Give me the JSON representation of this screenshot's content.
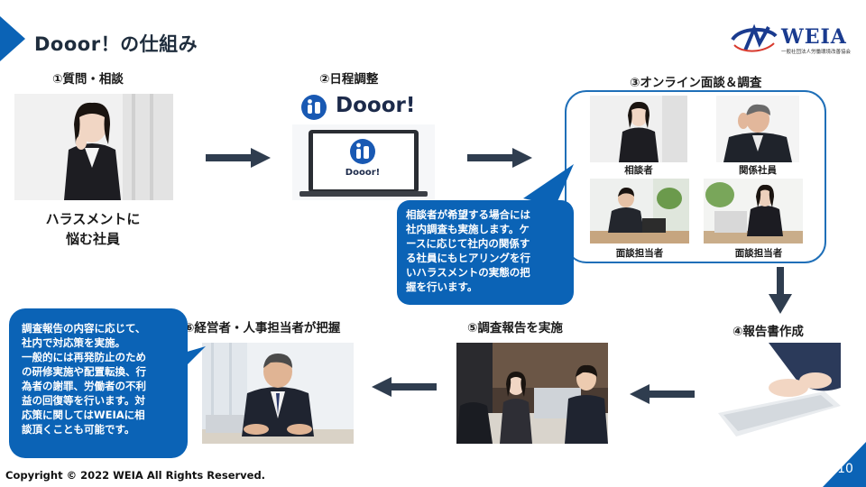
{
  "title": "Dooor！の仕組み",
  "logo": {
    "name": "WEIA",
    "subtitle": "一般社団法人労働環境改善協会"
  },
  "steps": {
    "s1": {
      "label": "①質問・相談",
      "caption1": "ハラスメントに",
      "caption2": "悩む社員"
    },
    "s2": {
      "label": "②日程調整",
      "app_name": "Dooor!",
      "screen_text": "Dooor!"
    },
    "s3": {
      "label": "③オンライン面談＆調査",
      "photos": [
        "相談者",
        "関係社員",
        "面談担当者",
        "面談担当者"
      ]
    },
    "s4": {
      "label": "④報告書作成"
    },
    "s5": {
      "label": "⑤調査報告を実施"
    },
    "s6": {
      "label": "⑥経営者・人事担当者が把握"
    }
  },
  "bubbles": {
    "investigation": [
      "相談者が希望する場合には",
      "社内調査も実施します。ケ",
      "ースに応じて社内の関係す",
      "る社員にもヒアリングを行",
      "いハラスメントの実態の把",
      "握を行います。"
    ],
    "response": [
      "調査報告の内容に応じて、",
      "社内で対応策を実施。",
      "一般的には再発防止のため",
      "の研修実施や配置転換、行",
      "為者の謝罪、労働者の不利",
      "益の回復等を行います。対",
      "応策に関してはWEIAに相",
      "談頂くことも可能です。"
    ]
  },
  "colors": {
    "accent": "#0b63b6",
    "dark": "#2f3d4f",
    "frame": "#1f6fb8"
  },
  "footer": {
    "copyright": "Copyright © 2022 WEIA  All Rights Reserved.",
    "page": "10"
  }
}
